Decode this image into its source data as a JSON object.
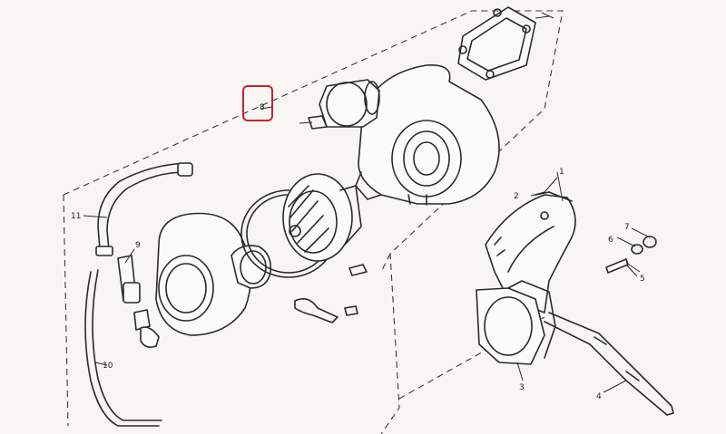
{
  "callouts": [
    {
      "id": "1",
      "text": "1"
    },
    {
      "id": "2",
      "text": "2"
    },
    {
      "id": "3",
      "text": "3"
    },
    {
      "id": "4",
      "text": "4"
    },
    {
      "id": "5",
      "text": "5"
    },
    {
      "id": "6",
      "text": "6"
    },
    {
      "id": "7",
      "text": "7"
    },
    {
      "id": "8",
      "text": "8"
    },
    {
      "id": "9",
      "text": "9"
    },
    {
      "id": "10",
      "text": "10"
    },
    {
      "id": "11",
      "text": "11"
    }
  ],
  "highlight": {
    "target": "8",
    "color": "#c8232c"
  }
}
